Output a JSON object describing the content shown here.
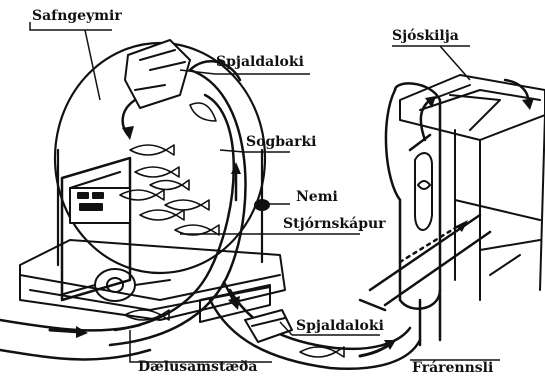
{
  "labels": {
    "safngeymir": "Safngeymir",
    "spjaldaloki_top": "Spjaldaloki",
    "sogbarki": "Sogbarki",
    "nemi": "Nemi",
    "stjornskapur": "Stjórnskápur",
    "sjoskilja": "Sjóskilja",
    "spjaldaloki_bottom": "Spjaldaloki",
    "daelusamstaeda": "Dælusamstæða",
    "frarennsli": "Frárennsli"
  },
  "colors": {
    "ink": "#111111",
    "background": "#ffffff"
  }
}
